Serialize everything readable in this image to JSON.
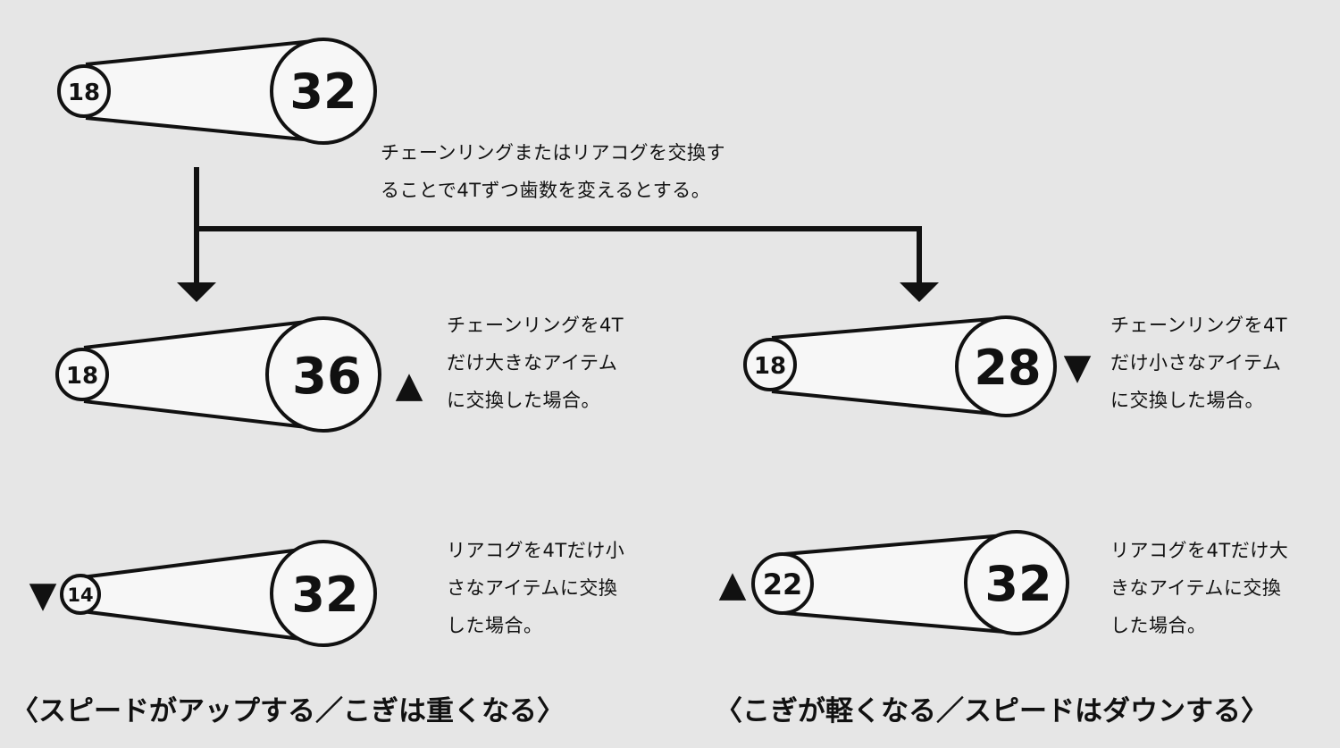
{
  "top": {
    "rear_cog": "18",
    "chainring": "32",
    "note_lines": [
      "チェーンリングまたはリアコグを交換す",
      "ることで4Tずつ歯数を変えるとする。"
    ]
  },
  "chainring_up": {
    "rear_cog": "18",
    "chainring": "36",
    "marker": "▲",
    "note_lines": [
      "チェーンリングを4T",
      "だけ大きなアイテム",
      "に交換した場合。"
    ]
  },
  "chainring_down": {
    "rear_cog": "18",
    "chainring": "28",
    "marker": "▼",
    "note_lines": [
      "チェーンリングを4T",
      "だけ小さなアイテム",
      "に交換した場合。"
    ]
  },
  "cog_down": {
    "rear_cog": "14",
    "chainring": "32",
    "marker": "▼",
    "note_lines": [
      "リアコグを4Tだけ小",
      "さなアイテムに交換",
      "した場合。"
    ]
  },
  "cog_up": {
    "rear_cog": "22",
    "chainring": "32",
    "marker": "▲",
    "note_lines": [
      "リアコグを4Tだけ大",
      "きなアイテムに交換",
      "した場合。"
    ]
  },
  "captions": {
    "left": "〈スピードがアップする／こぎは重くなる〉",
    "right": "〈こぎが軽くなる／スピードはダウンする〉"
  }
}
